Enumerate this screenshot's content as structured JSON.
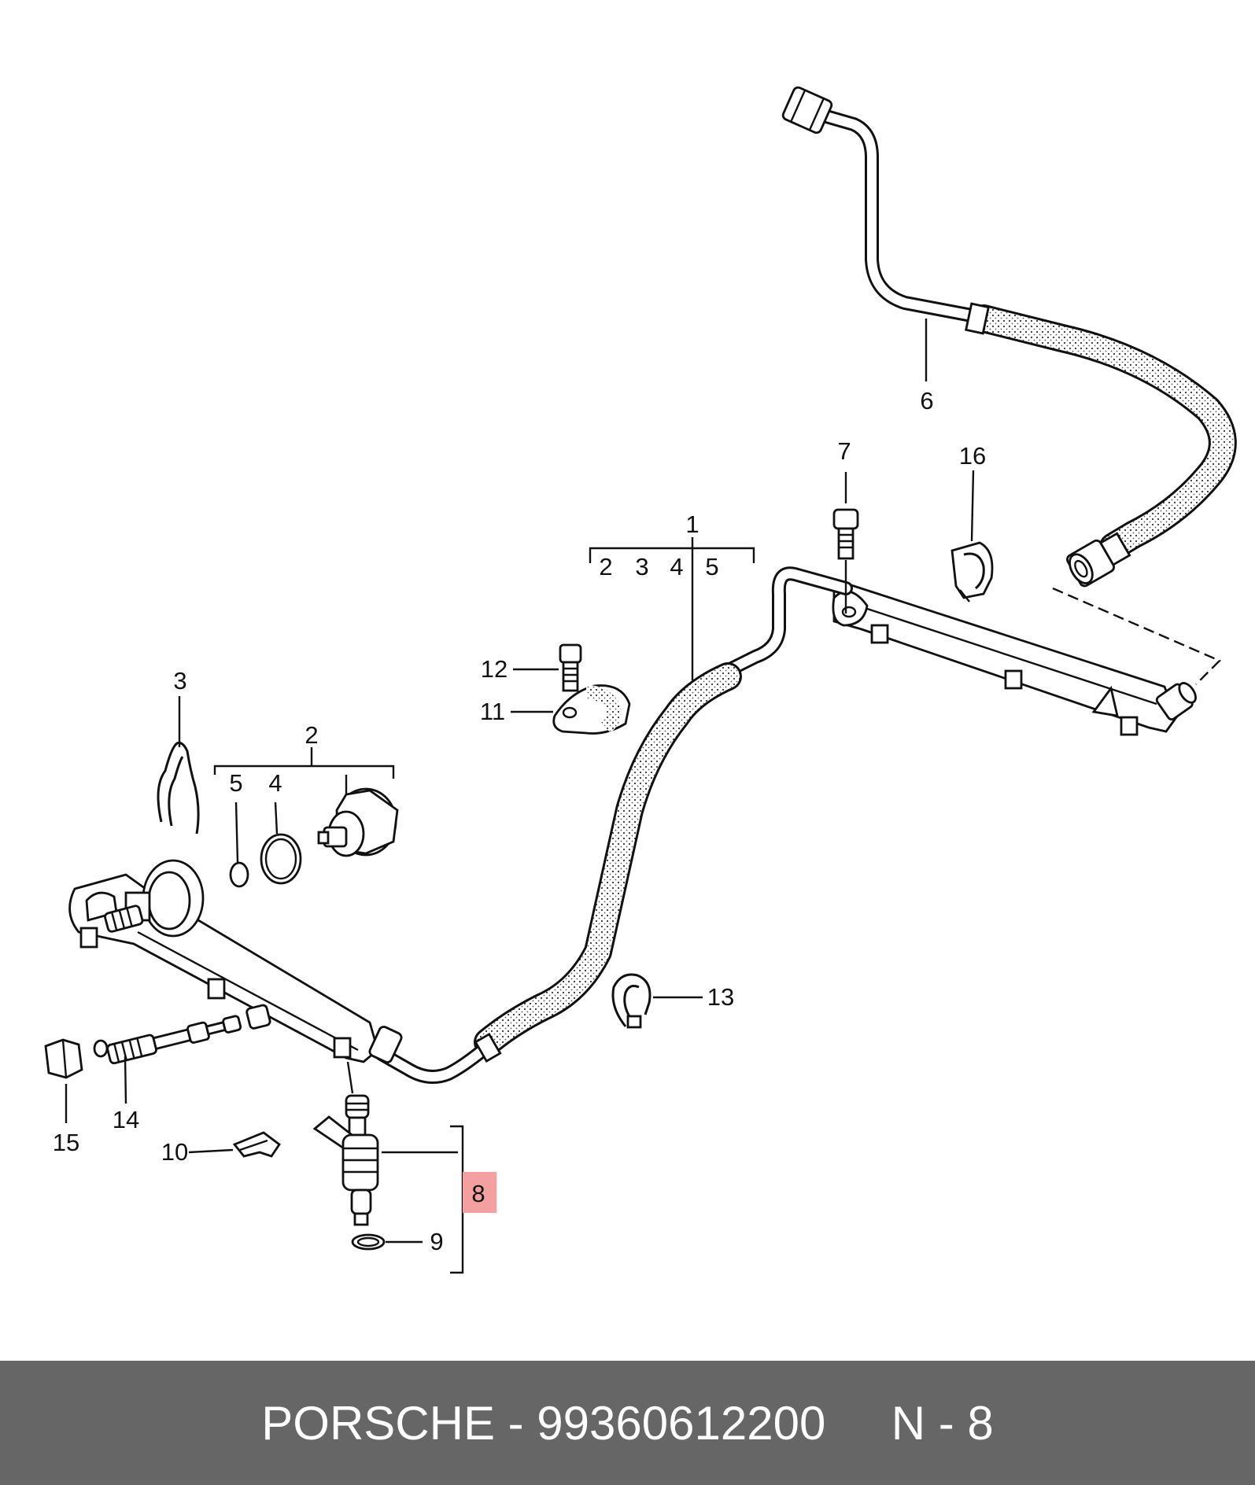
{
  "diagram": {
    "callouts": {
      "c1": "1",
      "c2": "2",
      "c3": "3",
      "c4": "4",
      "c5": "5",
      "c6": "6",
      "c7": "7",
      "c8": "8",
      "c9": "9",
      "c10": "10",
      "c11": "11",
      "c12": "12",
      "c13": "13",
      "c14": "14",
      "c15": "15",
      "c16": "16"
    },
    "group_row_1": [
      "2",
      "3",
      "4",
      "5"
    ],
    "highlighted_callout": "8",
    "highlight_color": "#f4a0a0"
  },
  "footer": {
    "brand": "PORSCHE",
    "separator": "-",
    "part_number": "99360612200",
    "ref": "N - 8",
    "background_color": "#666666"
  }
}
